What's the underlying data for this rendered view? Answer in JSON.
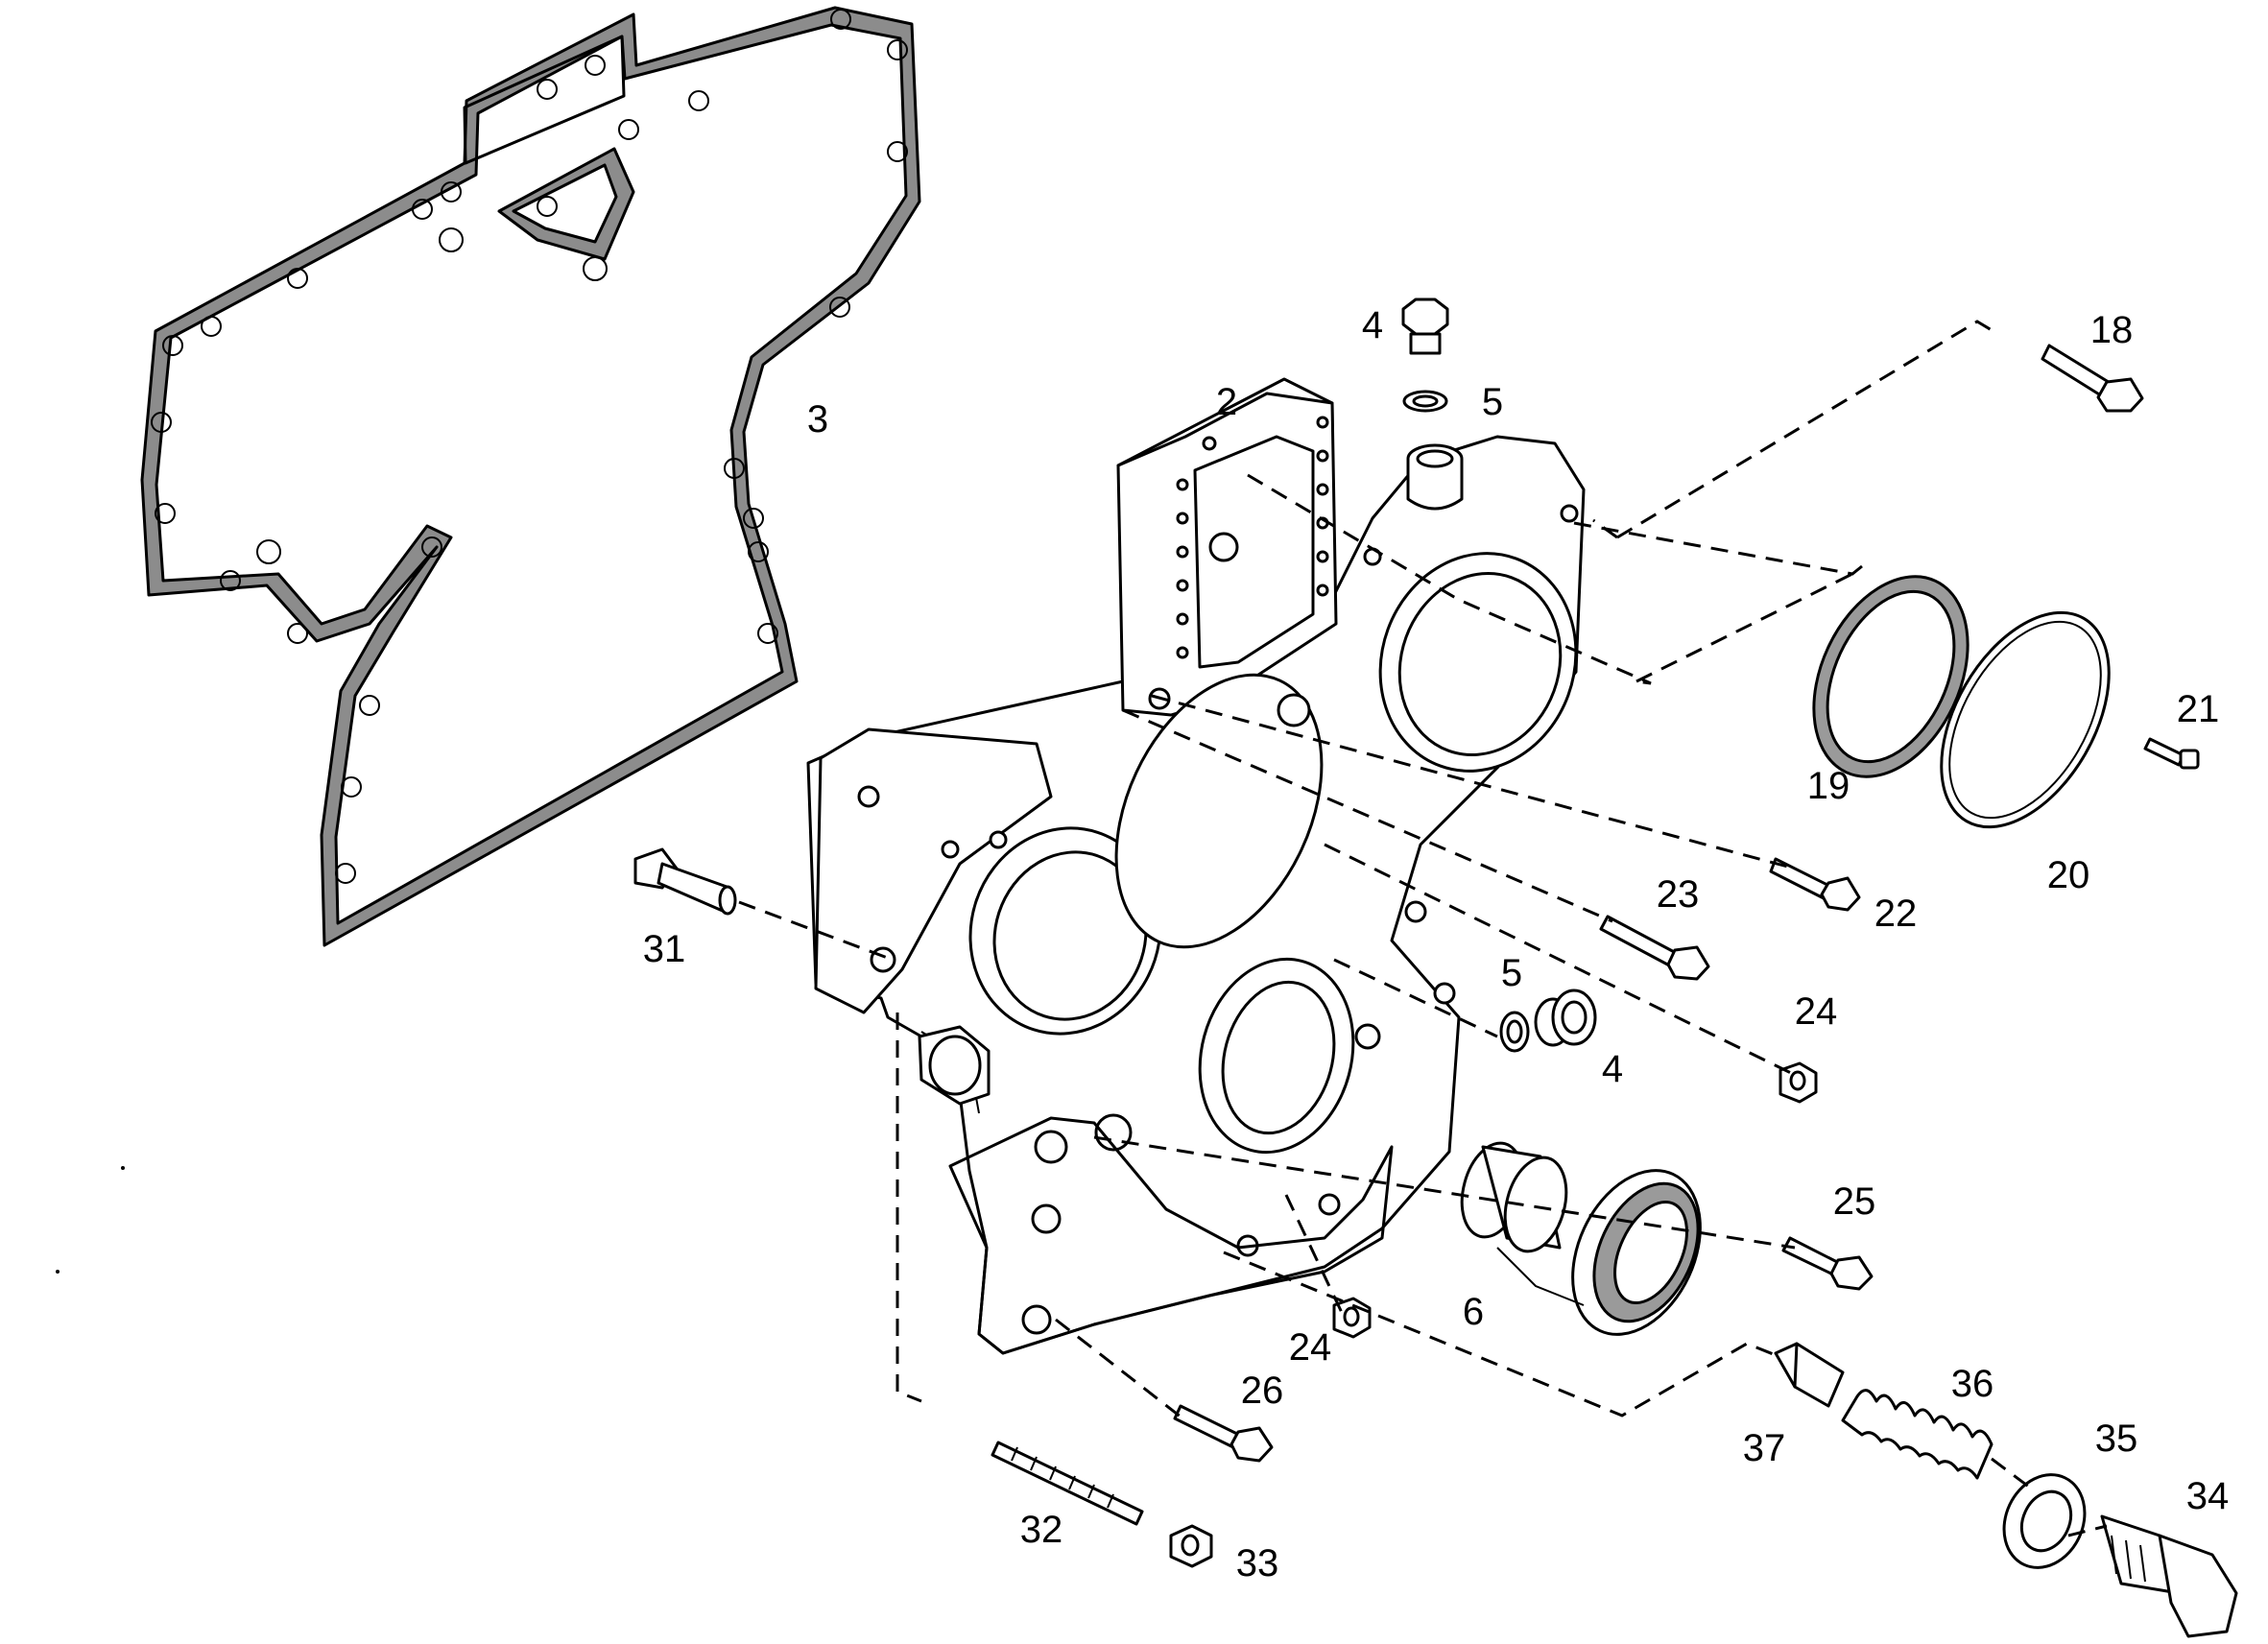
{
  "diagram": {
    "type": "exploded-parts-diagram",
    "callouts": [
      "2",
      "3",
      "4",
      "5",
      "18",
      "19",
      "20",
      "21",
      "22",
      "23",
      "5",
      "4",
      "24",
      "31",
      "25",
      "6",
      "24",
      "26",
      "37",
      "36",
      "35",
      "34",
      "32",
      "33"
    ]
  }
}
